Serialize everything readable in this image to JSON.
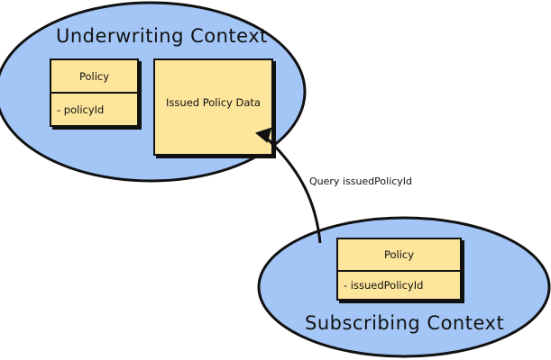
{
  "colors": {
    "context_fill": "#a3c6f7",
    "box_fill": "#fde59c",
    "stroke": "#111111"
  },
  "contexts": [
    {
      "name": "Underwriting Context"
    },
    {
      "name": "Subscribing Context"
    }
  ],
  "underwriting": {
    "policy_class": {
      "name": "Policy",
      "attribute": "- policyId"
    },
    "issued_policy_data": {
      "name": "Issued Policy Data"
    }
  },
  "subscribing": {
    "policy_class": {
      "name": "Policy",
      "attribute": "- issuedPolicyId"
    }
  },
  "relation": {
    "label": "Query issuedPolicyId",
    "from": "Subscribing Context",
    "to": "Issued Policy Data"
  }
}
